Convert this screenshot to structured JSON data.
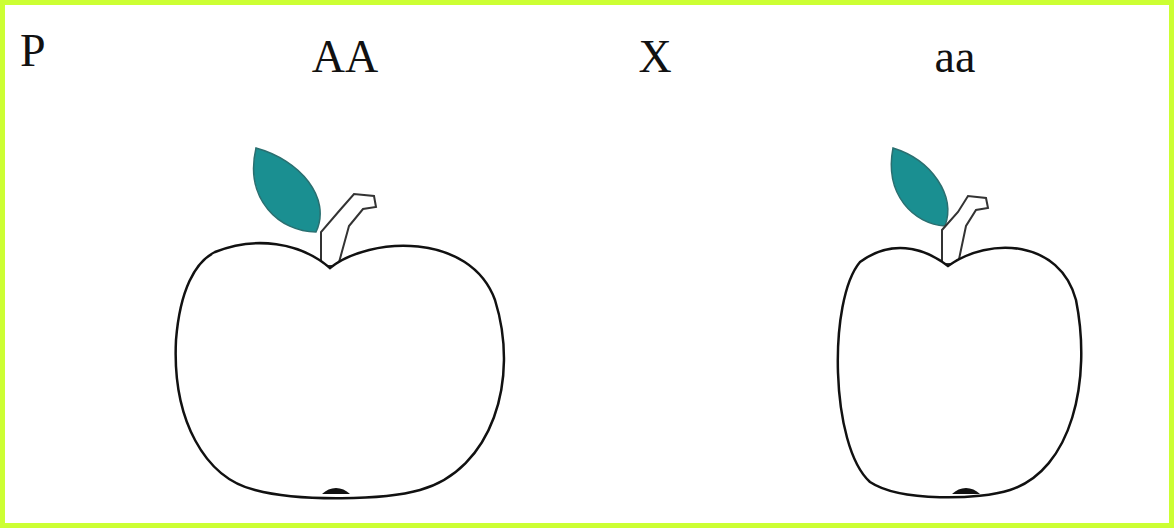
{
  "diagram": {
    "labels": [
      "P",
      "AA",
      "X",
      "aa"
    ]
  }
}
